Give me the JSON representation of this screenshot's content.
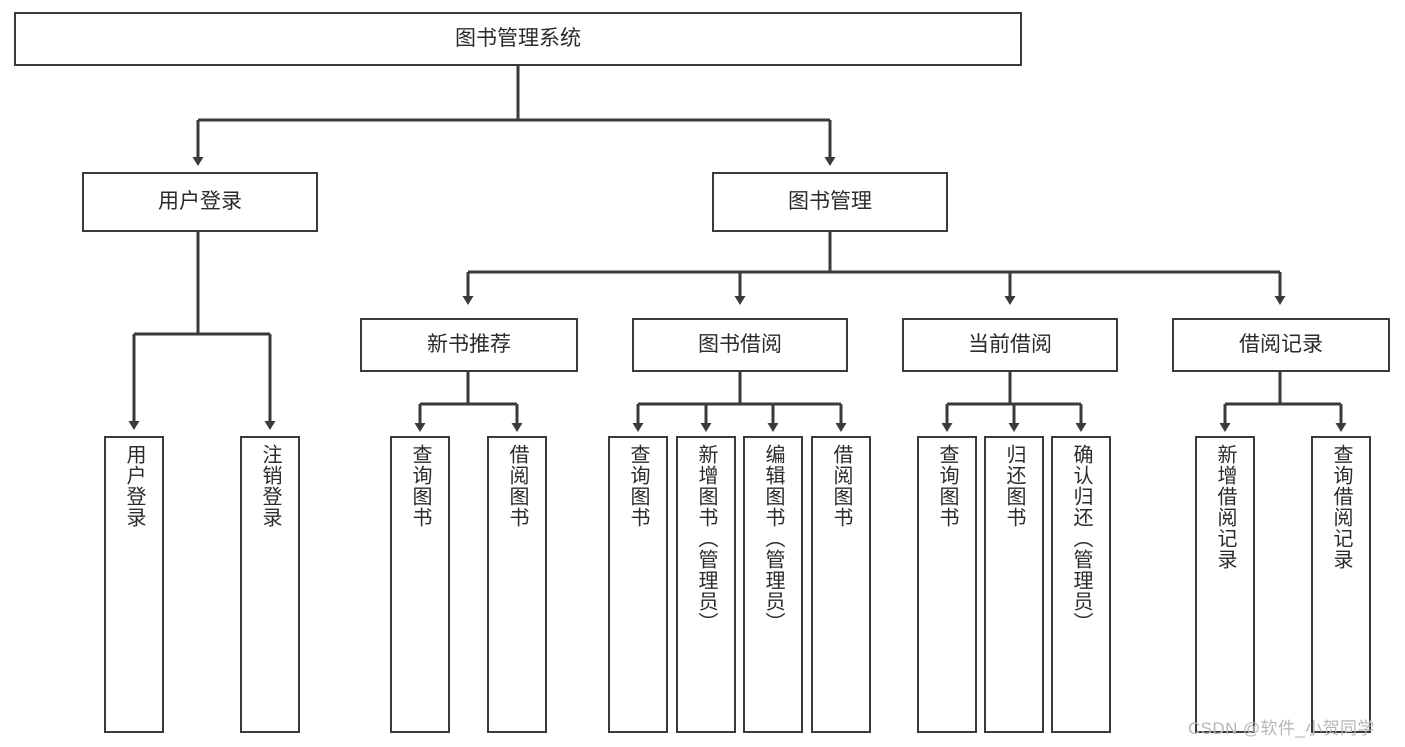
{
  "diagram": {
    "type": "hierarchy-tree",
    "title": "图书管理系统",
    "root": {
      "label": "图书管理系统"
    },
    "level2": [
      {
        "label": "用户登录"
      },
      {
        "label": "图书管理"
      }
    ],
    "level3": [
      {
        "label": "新书推荐"
      },
      {
        "label": "图书借阅"
      },
      {
        "label": "当前借阅"
      },
      {
        "label": "借阅记录"
      }
    ],
    "leaves": {
      "user_login": [
        {
          "label": "用户登录"
        },
        {
          "label": "注销登录"
        }
      ],
      "new_book_recommend": [
        {
          "label": "查询图书"
        },
        {
          "label": "借阅图书"
        }
      ],
      "book_borrow": [
        {
          "label": "查询图书"
        },
        {
          "label": "新增图书（管理员）"
        },
        {
          "label": "编辑图书（管理员）"
        },
        {
          "label": "借阅图书"
        }
      ],
      "current_borrow": [
        {
          "label": "查询图书"
        },
        {
          "label": "归还图书"
        },
        {
          "label": "确认归还（管理员）"
        }
      ],
      "borrow_record": [
        {
          "label": "新增借阅记录"
        },
        {
          "label": "查询借阅记录"
        }
      ]
    }
  },
  "watermark": {
    "text": "CSDN @软件_小贺同学"
  },
  "colors": {
    "stroke": "#3a3a3a",
    "text": "#2b2b2b",
    "background": "#ffffff",
    "watermark": "#b6b6b6"
  }
}
